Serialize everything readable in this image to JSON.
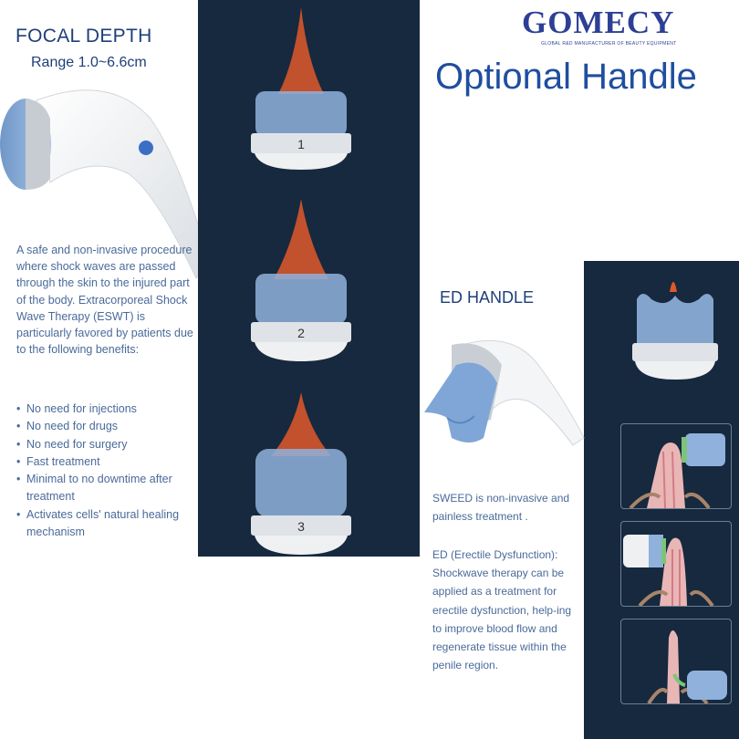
{
  "logo": {
    "name": "GOMECY",
    "tagline": "GLOBAL R&D MANUFACTURER OF BEAUTY EQUIPMENT"
  },
  "title": "Optional Handle",
  "focal": {
    "heading": "FOCAL DEPTH",
    "range": "Range 1.0~6.6cm",
    "description": "A safe and non-invasive procedure where shock waves are passed through the skin to the injured part of the body. Extracorporeal Shock Wave Therapy (ESWT) is particularly favored by patients due to the following benefits:",
    "benefits": [
      "No need for injections",
      "No need for drugs",
      "No need for surgery",
      "Fast treatment",
      "Minimal to no downtime after treatment",
      "Activates cells' natural healing mechanism"
    ],
    "depth_labels": [
      "1",
      "2",
      "3"
    ]
  },
  "ed": {
    "heading": "ED HANDLE",
    "sweed": "SWEED is non-invasive and painless treatment .",
    "description": "ED (Erectile Dysfunction): Shockwave therapy can be applied as a treatment for erectile dysfunction, help-ing to improve blood flow and regenerate tissue within the penile region."
  },
  "colors": {
    "navy_panel": "#16293e",
    "heading_blue": "#1e3f7a",
    "body_text": "#4a6a9a",
    "cap_blue": "#8fb1dc",
    "flame": "#e0582a"
  }
}
